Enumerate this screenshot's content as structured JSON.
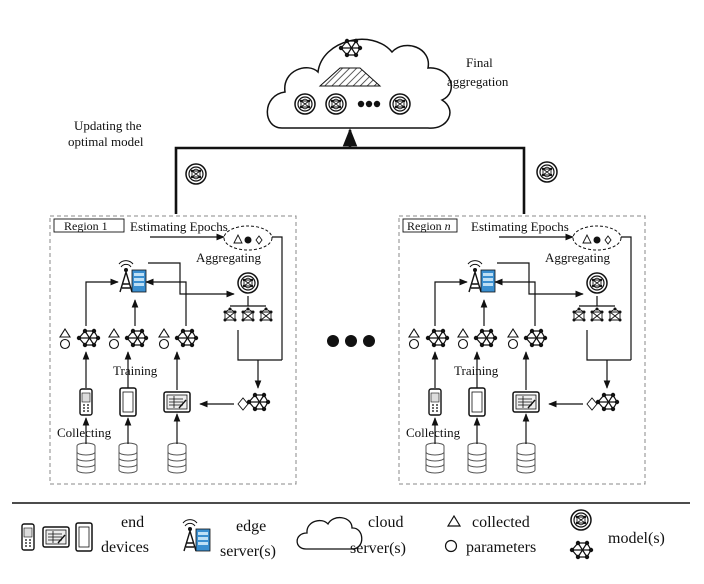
{
  "cloud": {
    "label_line1": "Final",
    "label_line2": "aggregation"
  },
  "updating": {
    "line1": "Updating the",
    "line2": "optimal model"
  },
  "regions": [
    {
      "name_prefix": "Region ",
      "name_index": "1",
      "estimating": "Estimating Epochs",
      "aggregating": "Aggregating",
      "training": "Training",
      "collecting": "Collecting"
    },
    {
      "name_prefix": "Region ",
      "name_index": "n",
      "estimating": "Estimating Epochs",
      "aggregating": "Aggregating",
      "training": "Training",
      "collecting": "Collecting"
    }
  ],
  "legend": {
    "end_devices_line1": "end",
    "end_devices_line2": "devices",
    "edge_line1": "edge",
    "edge_line2": "server(s)",
    "cloud_line1": "cloud",
    "cloud_line2": "server(s)",
    "collected": "collected",
    "parameters": "parameters",
    "models": "model(s)"
  },
  "icons": {
    "cloud": "cloud-icon",
    "edge": "edge-server-icon",
    "phone": "phone-icon",
    "tablet": "tablet-icon",
    "database": "database-icon",
    "model": "model-icon",
    "network": "network-icon"
  }
}
